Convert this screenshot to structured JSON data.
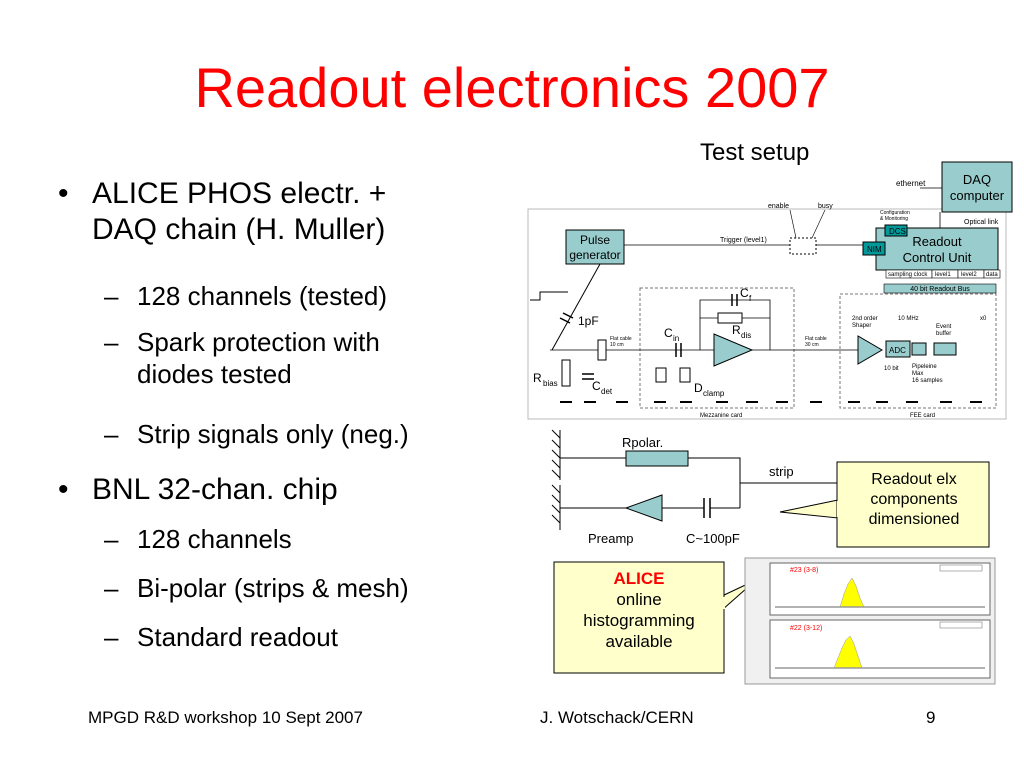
{
  "slide": {
    "title": "Readout electronics 2007",
    "test_setup_label": "Test setup",
    "bullets": [
      {
        "text_line1": "ALICE PHOS electr. +",
        "text_line2": "DAQ chain (H. Muller)"
      },
      {
        "text_line1": "BNL 32-chan. chip"
      }
    ],
    "sub_bullets_1": [
      {
        "line1": "128 channels (tested)"
      },
      {
        "line1": "Spark protection with",
        "line2": "diodes tested"
      },
      {
        "line1": "Strip signals only (neg.)"
      }
    ],
    "sub_bullets_2": [
      {
        "line1": "128 channels"
      },
      {
        "line1": "Bi-polar (strips & mesh)"
      },
      {
        "line1": "Standard readout"
      }
    ],
    "dash": "–",
    "bullet_char": "•"
  },
  "diagram": {
    "daq_computer": "DAQ computer",
    "daq_line1": "DAQ",
    "daq_line2": "computer",
    "ethernet": "ethernet",
    "optical_link": "Optical link",
    "config_line1": "Configuration",
    "config_line2": "& Monitoring",
    "dcs": "DCS",
    "nim": "NIM",
    "rcu_line1": "Readout",
    "rcu_line2": "Control Unit",
    "pulse_line1": "Pulse",
    "pulse_line2": "generator",
    "enable": "enable",
    "busy": "busy",
    "trigger": "Trigger (level1)",
    "sampling_clock": "sampling clock",
    "level1": "level1",
    "level2": "level2",
    "data": "data",
    "readout_bus": "40 bit Readout Bus",
    "pf": "1pF",
    "cf": "C",
    "cf_sub": "f",
    "cin": "C",
    "cin_sub": "in",
    "rdis": "R",
    "rdis_sub": "dis",
    "rbias": "R",
    "rbias_sub": "bias",
    "cdet": "C",
    "cdet_sub": "det",
    "dclamp": "D",
    "dclamp_sub": "clamp",
    "flat_cable_1_l1": "Flat cable",
    "flat_cable_1_l2": "10 cm",
    "flat_cable_2_l1": "Flat cable",
    "flat_cable_2_l2": "30 cm",
    "shaper_l1": "2nd order",
    "shaper_l2": "Shaper",
    "mhz": "10 MHz",
    "adc": "ADC",
    "bit10": "10 bit",
    "event_l1": "Event",
    "event_l2": "buffer",
    "pipeline_l1": "Pipeleine",
    "pipeline_l2": "Max",
    "pipeline_l3": "16 samples",
    "x40": "x0",
    "mezzanine": "Mezzanine card",
    "fee": "FEE card",
    "rpolar": "Rpolar.",
    "strip": "strip",
    "preamp": "Preamp",
    "cap100": "C~100pF"
  },
  "callouts": {
    "readout_l1": "Readout elx",
    "readout_l2": "components",
    "readout_l3": "dimensioned",
    "alice_l1": "ALICE",
    "alice_l2": "online",
    "alice_l3": "histogramming",
    "alice_l4": "available"
  },
  "histograms": [
    {
      "label": "#23 (3-8)"
    },
    {
      "label": "#22 (3-12)"
    }
  ],
  "footer": {
    "left": "MPGD R&D workshop 10 Sept 2007",
    "middle": "J. Wotschack/CERN",
    "page": "9"
  },
  "colors": {
    "title": "#ff0000",
    "box_fill": "#99cccc",
    "nim_fill": "#009999",
    "callout_fill": "#ffffcc",
    "hist_fill": "#ffff00",
    "alice_text": "#ff0000"
  }
}
